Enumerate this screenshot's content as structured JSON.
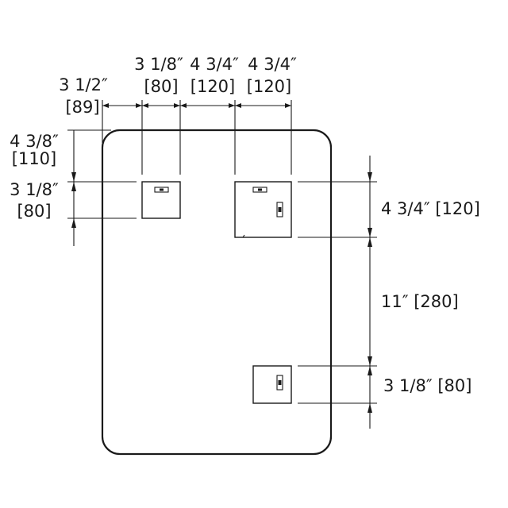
{
  "dimensions": {
    "top_left_offset": {
      "imperial": "3 1/2″",
      "metric": "[89]"
    },
    "top_small_box_width": {
      "imperial": "3 1/8″",
      "metric": "[80]"
    },
    "top_gap_width": {
      "imperial": "4 3/4″",
      "metric": "[120]"
    },
    "top_large_box_width": {
      "imperial": "4 3/4″",
      "metric": "[120]"
    },
    "left_top_offset": {
      "imperial": "4 3/8″",
      "metric": "[110]"
    },
    "left_small_box_height": {
      "imperial": "3 1/8″",
      "metric": "[80]"
    },
    "right_large_box_height": {
      "text": "4 3/4″ [120]"
    },
    "right_spacing": {
      "text": "11″ [280]"
    },
    "right_bottom_box_height": {
      "text": "3 1/8″ [80]"
    }
  }
}
